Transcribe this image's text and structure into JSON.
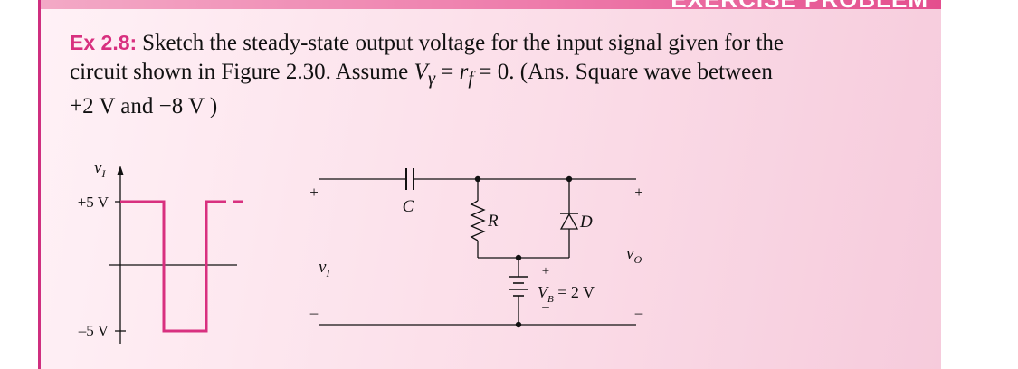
{
  "header": {
    "title": "EXERCISE PROBLEM"
  },
  "exercise": {
    "label": "Ex 2.8:",
    "line1": "Sketch the steady-state output voltage for the input signal given for the",
    "line2_before": "circuit shown in Figure 2.30. Assume ",
    "cond_v": "V",
    "cond_v_sub": "γ",
    "cond_eq1": " = ",
    "cond_r": "r",
    "cond_r_sub": "f",
    "cond_eq2": " = 0. (Ans. Square wave between",
    "line3": "+2 V  and  −8 V )"
  },
  "input_waveform": {
    "axis_label": "v",
    "axis_label_sub": "I",
    "high_label": "+5 V",
    "low_label": "–5 V",
    "high_level": 5,
    "low_level": -5,
    "waveform_color": "#d8307f"
  },
  "circuit": {
    "capacitor_label": "C",
    "resistor_label": "R",
    "diode_label": "D",
    "input_label": "v",
    "input_label_sub": "I",
    "output_label": "v",
    "output_label_sub": "O",
    "battery_label": "V",
    "battery_label_sub": "B",
    "battery_value": " = 2 V",
    "plus": "+",
    "minus": "–"
  }
}
